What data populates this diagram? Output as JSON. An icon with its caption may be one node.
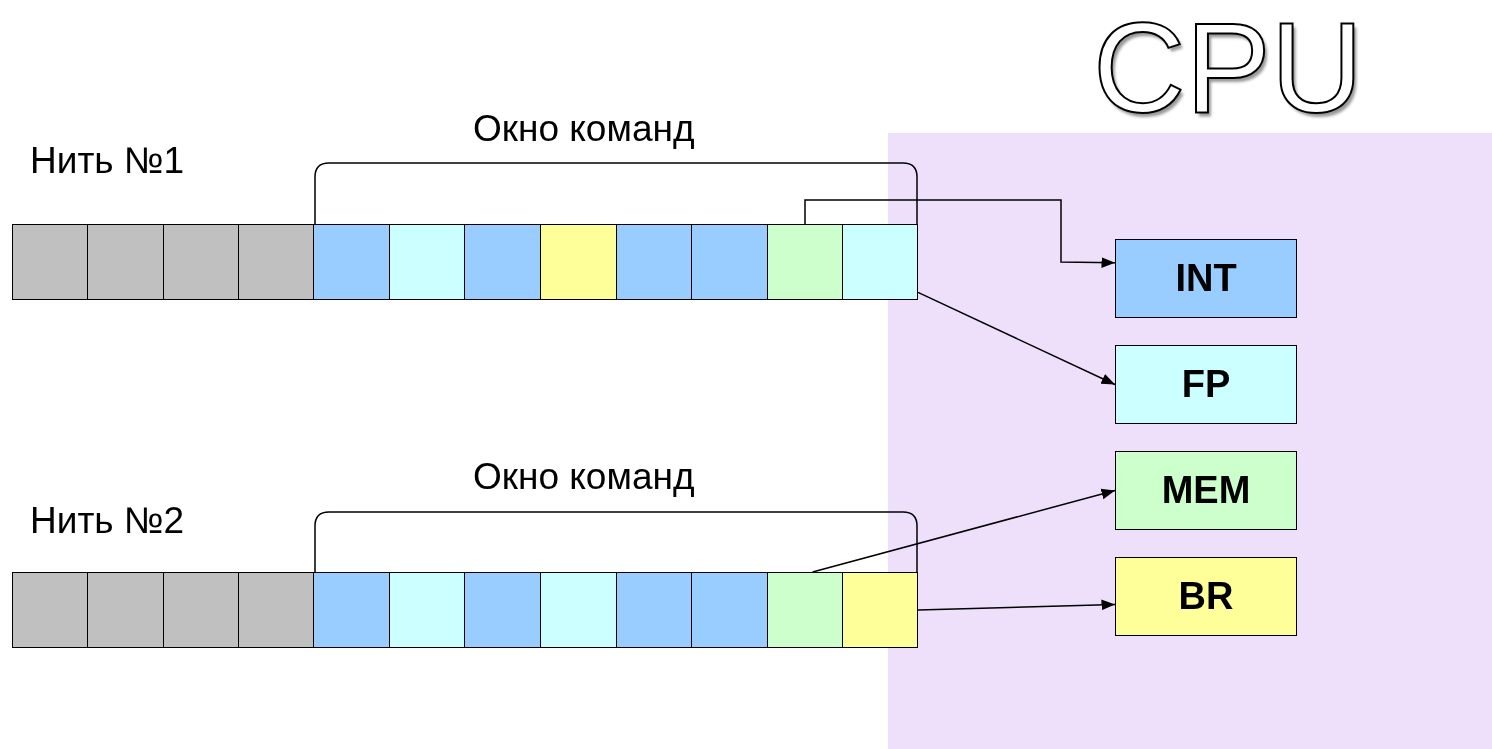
{
  "diagram": {
    "nodes": [
      {
        "text": [
          "CPU"
        ]
      },
      {
        "text": [],
        "shape": "box"
      },
      {
        "text": [],
        "shape": "box"
      },
      {
        "text": [],
        "shape": "box"
      },
      {
        "text": [],
        "shape": "box"
      },
      {
        "text": [],
        "shape": "box"
      },
      {
        "text": [],
        "shape": "box"
      },
      {
        "text": [],
        "shape": "box"
      },
      {
        "text": [],
        "shape": "box"
      },
      {
        "text": [],
        "shape": "box"
      },
      {
        "text": [],
        "shape": "box"
      },
      {
        "text": [],
        "shape": "box"
      },
      {
        "text": [],
        "shape": "box"
      },
      {
        "text": [
          "INT"
        ],
        "in": 0
      },
      {
        "text": [
          "FP"
        ],
        "in": 0
      },
      {
        "text": [
          "MEM"
        ],
        "in": 0
      },
      {
        "text": [
          "BR"
        ],
        "in": 0
      },
      {
        "text": [],
        "shape": "box"
      },
      {
        "text": [],
        "shape": "box"
      },
      {
        "text": [],
        "shape": "box"
      },
      {
        "text": [],
        "shape": "box"
      },
      {
        "text": [],
        "shape": "box"
      },
      {
        "text": [],
        "shape": "box"
      },
      {
        "text": [],
        "shape": "box"
      },
      {
        "text": [],
        "shape": "box"
      },
      {
        "text": [],
        "shape": "box"
      },
      {
        "text": [],
        "shape": "box"
      },
      {
        "text": [],
        "shape": "box"
      },
      {
        "text": [],
        "shape": "box"
      }
    ],
    "edges": [
      {
        "from": 11,
        "to": 13,
        "arrow": "to"
      },
      {
        "from": 12,
        "to": 14,
        "arrow": "to"
      },
      {
        "from": 27,
        "to": 15,
        "arrow": "to"
      },
      {
        "from": 28,
        "to": 16,
        "arrow": "to"
      }
    ],
    "labels": [
      "Окно команд",
      "Нить №1",
      "Окно команд",
      "Нить №2"
    ]
  }
}
